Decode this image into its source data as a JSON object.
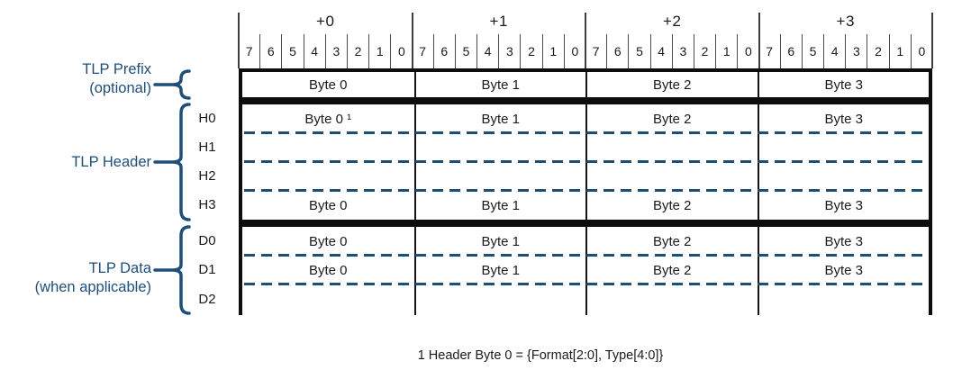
{
  "colors": {
    "accent_navy": "#1F4E79",
    "border_black": "#0D0D0D",
    "ruler_gray": "#3F3F3F"
  },
  "ruler": {
    "byte_offsets": [
      "+0",
      "+1",
      "+2",
      "+3"
    ],
    "bit_labels": [
      "7",
      "6",
      "5",
      "4",
      "3",
      "2",
      "1",
      "0"
    ]
  },
  "sections": [
    {
      "name": "tlp-prefix",
      "label_lines": [
        "TLP Prefix",
        "(optional)"
      ],
      "rows": [
        {
          "row_label": "",
          "cells": [
            "Byte 0",
            "Byte 1",
            "Byte 2",
            "Byte 3"
          ]
        }
      ]
    },
    {
      "name": "tlp-header",
      "label_lines": [
        "TLP Header"
      ],
      "rows": [
        {
          "row_label": "H0",
          "cells": [
            "Byte 0 ¹",
            "Byte 1",
            "Byte 2",
            "Byte 3"
          ]
        },
        {
          "row_label": "H1",
          "cells": [
            "",
            "",
            "",
            ""
          ]
        },
        {
          "row_label": "H2",
          "cells": [
            "",
            "",
            "",
            ""
          ]
        },
        {
          "row_label": "H3",
          "cells": [
            "Byte 0",
            "Byte 1",
            "Byte 2",
            "Byte 3"
          ]
        }
      ]
    },
    {
      "name": "tlp-data",
      "label_lines": [
        "TLP Data",
        "(when applicable)"
      ],
      "rows": [
        {
          "row_label": "D0",
          "cells": [
            "Byte 0",
            "Byte 1",
            "Byte 2",
            "Byte 3"
          ]
        },
        {
          "row_label": "D1",
          "cells": [
            "Byte 0",
            "Byte 1",
            "Byte 2",
            "Byte 3"
          ]
        },
        {
          "row_label": "D2",
          "cells": [
            "",
            "",
            "",
            ""
          ]
        }
      ]
    }
  ],
  "footnote": "1 Header Byte 0 = {Format[2:0], Type[4:0]}"
}
